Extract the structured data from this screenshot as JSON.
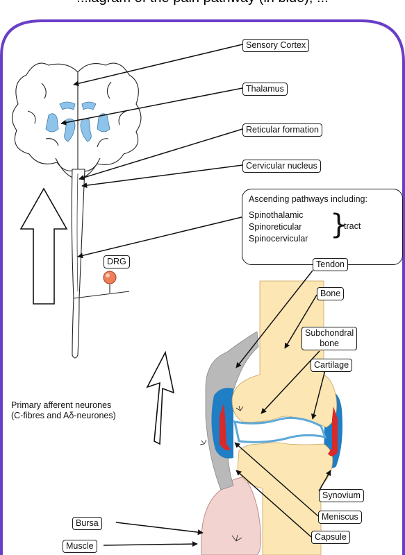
{
  "caption": "...iagram of the pain pathway (in blue), ...",
  "brain_labels": {
    "sensory_cortex": "Sensory Cortex",
    "thalamus": "Thalamus",
    "reticular_formation": "Reticular formation",
    "cervicular_nucleus": "Cervicular nucleus",
    "drg": "DRG"
  },
  "ascending_pathways": {
    "title": "Ascending pathways including:",
    "tracts": [
      "Spinothalamic",
      "Spinoreticular",
      "Spinocervicular"
    ],
    "suffix": "tract"
  },
  "primary_afferent": {
    "line1": "Primary afferent neurones",
    "line2": "(C-fibres and Aδ-neurones)"
  },
  "joint_labels": {
    "tendon": "Tendon",
    "bone": "Bone",
    "subchondral_line1": "Subchondral",
    "subchondral_line2": "bone",
    "cartilage": "Cartilage",
    "synovium": "Synovium",
    "meniscus": "Meniscus",
    "capsule": "Capsule",
    "bursa": "Bursa",
    "muscle": "Muscle"
  },
  "colors": {
    "frame": "#6a3fc8",
    "pathway_blue": "#8ec4ea",
    "synovium_blue": "#1f7ec4",
    "bone_fill": "#fbe6b4",
    "cartilage_red": "#d8292b",
    "tendon_grey": "#b9b9b9",
    "muscle_pink": "#f3d3d0",
    "drg_orange": "#ee7e5a"
  }
}
